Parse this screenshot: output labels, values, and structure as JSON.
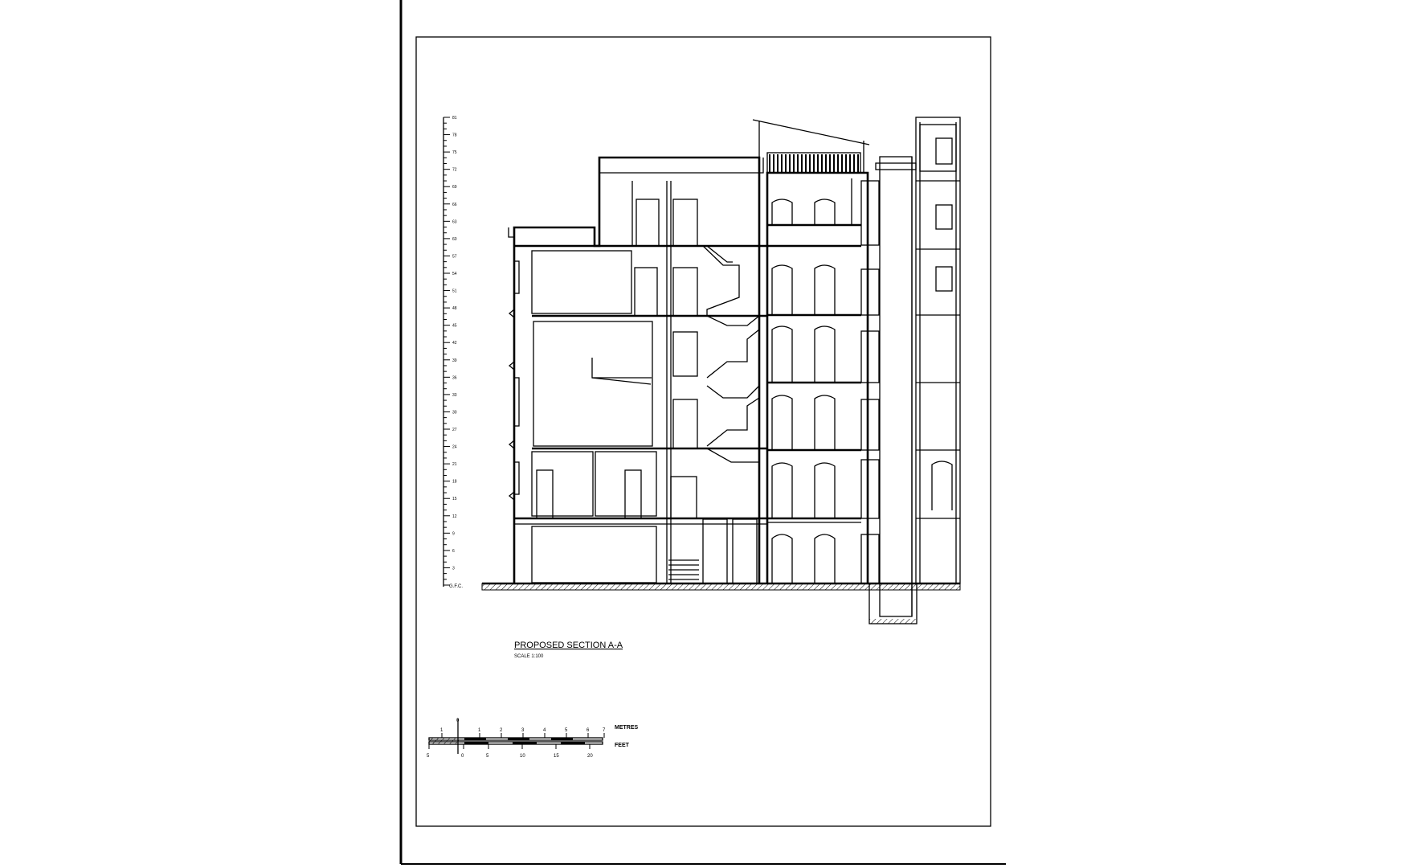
{
  "drawing": {
    "title": "PROPOSED SECTION A-A",
    "scale_note": "SCALE 1:100",
    "level_scale": {
      "base_label": "G.F.C.",
      "ticks": [
        "3",
        "6",
        "9",
        "12",
        "15",
        "18",
        "21",
        "24",
        "27",
        "30",
        "33",
        "36",
        "39",
        "42",
        "45",
        "48",
        "51",
        "54",
        "57",
        "60",
        "63",
        "66",
        "69",
        "72",
        "75",
        "78",
        "81"
      ]
    },
    "scale_bar": {
      "metres_label": "METRES",
      "feet_label": "FEET",
      "metre_ticks": [
        "1",
        "0",
        "1",
        "2",
        "3",
        "4",
        "5",
        "6",
        "7"
      ],
      "feet_ticks": [
        "5",
        "0",
        "5",
        "10",
        "15",
        "20"
      ]
    }
  }
}
